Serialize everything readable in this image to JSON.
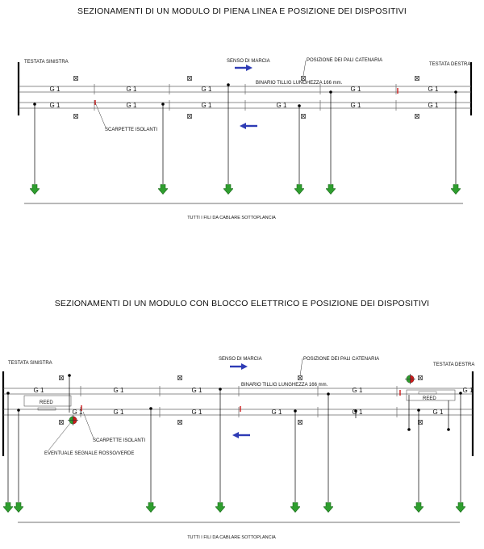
{
  "diagram1": {
    "title": "SEZIONAMENTI DI UN MODULO DI PIENA LINEA E POSIZIONE DEI DISPOSITIVI",
    "left_label": "TESTATA SINISTRA",
    "right_label": "TESTATA DESTRA",
    "direction_label": "SENSO DI MARCIA",
    "poles_label": "POSIZIONE DEI PALI CATENARIA",
    "track_label": "BINARIO TILLIG LUNGHEZZA 166 mm.",
    "insulators_label": "SCARPETTE ISOLANTI",
    "footer": "TUTTI I FILI DA CABLARE SOTTOPLANCIA",
    "section_label": "G 1"
  },
  "diagram2": {
    "title": "SEZIONAMENTI DI UN MODULO CON BLOCCO ELETTRICO E POSIZIONE DEI DISPOSITIVI",
    "left_label": "TESTATA SINISTRA",
    "right_label": "TESTATA DESTRA",
    "direction_label": "SENSO DI MARCIA",
    "poles_label": "POSIZIONE DEI PALI CATENARIA",
    "track_label": "BINARIO TILLIG LUNGHEZZA 166 mm.",
    "insulators_label": "SCARPETTE ISOLANTI",
    "signal_label": "EVENTUALE SEGNALE ROSSO/VERDE",
    "reed_left": "REED",
    "reed_right": "REED",
    "footer": "TUTTI I FILI DA CABLARE SOTTOPLANCIA",
    "section_label": "G 1"
  },
  "colors": {
    "arrow_blue": "#2e3bb5",
    "drop_green": "#2e9e2e",
    "insulator_red": "#cc1a1a"
  },
  "icons": {
    "pole_marker": "boxed-x-icon",
    "signal": "red-green-signal-icon",
    "feeder": "green-down-arrow-icon"
  }
}
